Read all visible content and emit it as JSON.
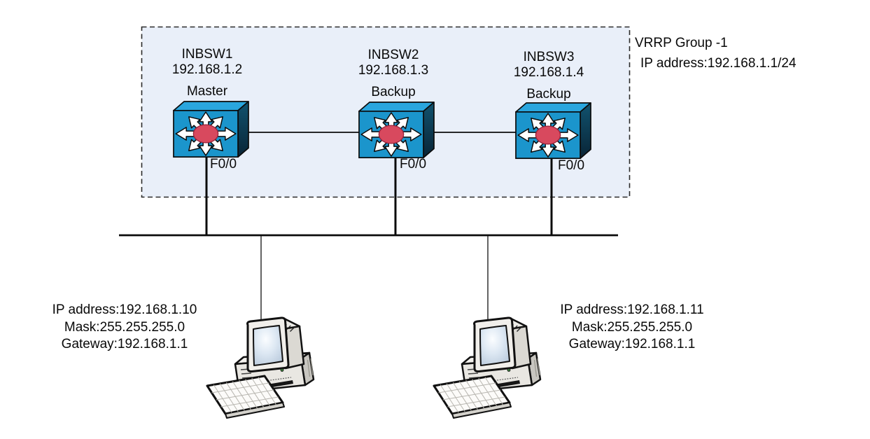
{
  "diagram": {
    "title_hint": "VRRP redundancy topology",
    "vrrp_group": {
      "title": "VRRP Group -1",
      "ip": "IP address:192.168.1.1/24"
    },
    "switches": [
      {
        "name": "INBSW1",
        "ip": "192.168.1.2",
        "role": "Master",
        "port": "F0/0"
      },
      {
        "name": "INBSW2",
        "ip": "192.168.1.3",
        "role": "Backup",
        "port": "F0/0"
      },
      {
        "name": "INBSW3",
        "ip": "192.168.1.4",
        "role": "Backup",
        "port": "F0/0"
      }
    ],
    "hosts": [
      {
        "ip": "IP address:192.168.1.10",
        "mask": "Mask:255.255.255.0",
        "gateway": "Gateway:192.168.1.1"
      },
      {
        "ip": "IP address:192.168.1.11",
        "mask": "Mask:255.255.255.0",
        "gateway": "Gateway:192.168.1.1"
      }
    ],
    "colors": {
      "group_box_fill": "#e9eff9",
      "switch_front": "#1b95cc",
      "switch_top": "#2aa6de",
      "switch_side_dark": "#0d4768",
      "switch_center_red": "#d8495e",
      "line_black": "#0b0b0b"
    }
  }
}
